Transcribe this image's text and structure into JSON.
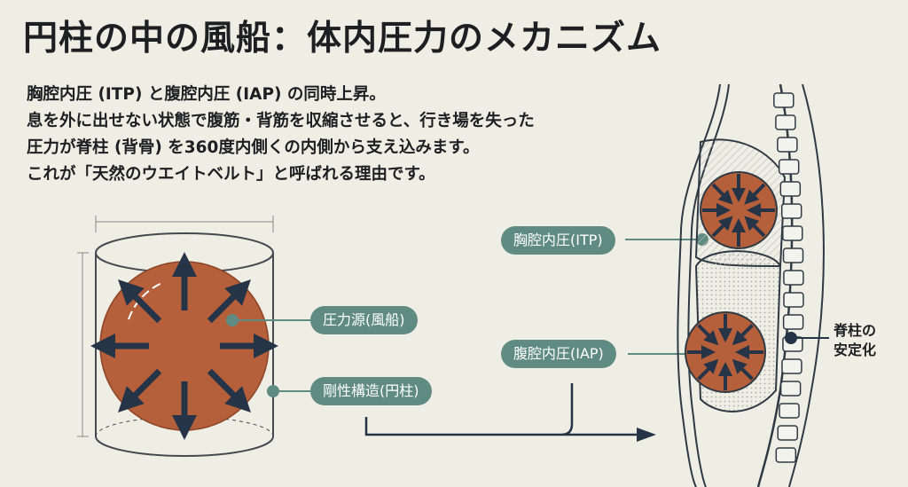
{
  "title": "円柱の中の風船：体内圧力のメカニズム",
  "description": [
    "胸腔内圧 (ITP) と腹腔内圧 (IAP) の同時上昇。",
    "息を外に出せない状態で腹筋・背筋を収縮させると、行き場を失った",
    "圧力が脊柱 (背骨) を360度内側くの内側から支え込みます。",
    "これが「天然のウエイトベルト」と呼ばれる理由です。"
  ],
  "labels": {
    "pressure_source": "圧力源(風船)",
    "rigid_structure": "剛性構造(円柱)",
    "itp": "胸腔内圧(ITP)",
    "iap": "腹腔内圧(IAP)",
    "spine_line1": "脊柱の",
    "spine_line2": "安定化"
  },
  "colors": {
    "background": "#efeee5",
    "pill": "#5f8b82",
    "balloon": "#b5603a",
    "arrow": "#263447"
  }
}
